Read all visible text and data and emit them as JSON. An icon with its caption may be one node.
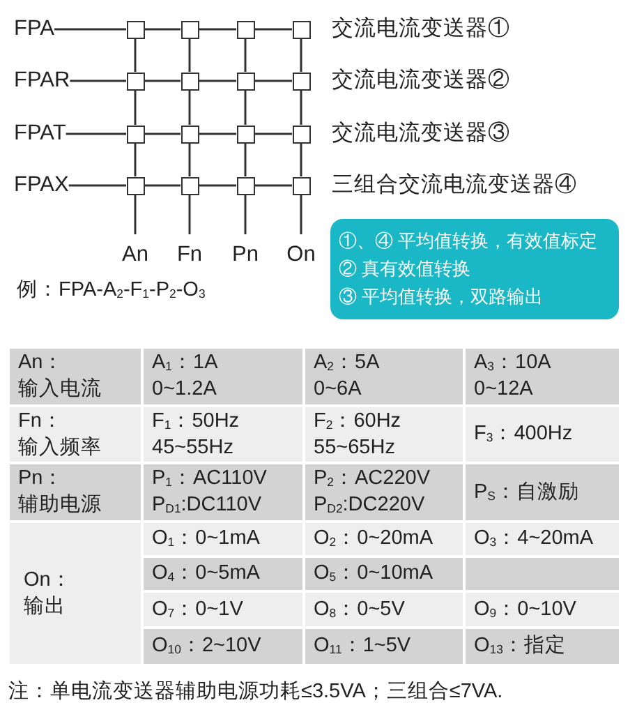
{
  "diagram": {
    "nodes": [
      {
        "text": [
          "FPA"
        ]
      },
      {
        "text": [
          "FPAR"
        ]
      },
      {
        "text": [
          "FPAT"
        ]
      },
      {
        "text": [
          "FPAX"
        ]
      },
      {
        "text": [],
        "shape": "box"
      },
      {
        "text": [],
        "shape": "box"
      },
      {
        "text": [],
        "shape": "box"
      },
      {
        "text": [],
        "shape": "box"
      },
      {
        "text": [],
        "shape": "box"
      },
      {
        "text": [],
        "shape": "box"
      },
      {
        "text": [],
        "shape": "box"
      },
      {
        "text": [],
        "shape": "box"
      },
      {
        "text": [],
        "shape": "box"
      },
      {
        "text": [],
        "shape": "box"
      },
      {
        "text": [],
        "shape": "box"
      },
      {
        "text": [],
        "shape": "box"
      },
      {
        "text": [],
        "shape": "box"
      },
      {
        "text": [],
        "shape": "box"
      },
      {
        "text": [],
        "shape": "box"
      },
      {
        "text": [],
        "shape": "box"
      },
      {
        "text": [
          "An"
        ]
      },
      {
        "text": [
          "Fn"
        ]
      },
      {
        "text": [
          "Pn"
        ]
      },
      {
        "text": [
          "On"
        ]
      },
      {
        "text": [
          "①、④ 平均值转换，有效值标定",
          "② 真有效值转换",
          "③ 平均值转换，双路输出"
        ]
      }
    ],
    "edges": [
      {
        "from": 0,
        "to": 4,
        "arrow": "none"
      },
      {
        "from": 4,
        "to": 5,
        "arrow": "none"
      },
      {
        "from": 5,
        "to": 6,
        "arrow": "none"
      },
      {
        "from": 6,
        "to": 7,
        "arrow": "none"
      },
      {
        "from": 1,
        "to": 8,
        "arrow": "none"
      },
      {
        "from": 8,
        "to": 9,
        "arrow": "none"
      },
      {
        "from": 9,
        "to": 10,
        "arrow": "none"
      },
      {
        "from": 10,
        "to": 11,
        "arrow": "none"
      },
      {
        "from": 2,
        "to": 12,
        "arrow": "none"
      },
      {
        "from": 12,
        "to": 13,
        "arrow": "none"
      },
      {
        "from": 13,
        "to": 14,
        "arrow": "none"
      },
      {
        "from": 14,
        "to": 15,
        "arrow": "none"
      },
      {
        "from": 3,
        "to": 16,
        "arrow": "none"
      },
      {
        "from": 16,
        "to": 17,
        "arrow": "none"
      },
      {
        "from": 17,
        "to": 18,
        "arrow": "none"
      },
      {
        "from": 18,
        "to": 19,
        "arrow": "none"
      },
      {
        "from": 4,
        "to": 8,
        "arrow": "none"
      },
      {
        "from": 8,
        "to": 12,
        "arrow": "none"
      },
      {
        "from": 12,
        "to": 16,
        "arrow": "none"
      },
      {
        "from": 5,
        "to": 9,
        "arrow": "none"
      },
      {
        "from": 9,
        "to": 13,
        "arrow": "none"
      },
      {
        "from": 13,
        "to": 17,
        "arrow": "none"
      },
      {
        "from": 6,
        "to": 10,
        "arrow": "none"
      },
      {
        "from": 10,
        "to": 14,
        "arrow": "none"
      },
      {
        "from": 14,
        "to": 18,
        "arrow": "none"
      },
      {
        "from": 7,
        "to": 11,
        "arrow": "none"
      },
      {
        "from": 11,
        "to": 15,
        "arrow": "none"
      },
      {
        "from": 15,
        "to": 19,
        "arrow": "none"
      },
      {
        "from": 16,
        "to": 20,
        "arrow": "none"
      },
      {
        "from": 17,
        "to": 21,
        "arrow": "none"
      },
      {
        "from": 18,
        "to": 22,
        "arrow": "none"
      },
      {
        "from": 19,
        "to": 23,
        "arrow": "none"
      }
    ],
    "labels": [
      "交流电流变送器①",
      "交流电流变送器②",
      "交流电流变送器③",
      "三组合交流电流变送器④",
      "例：FPA-A$_{2}$-F$_{1}$-P$_{2}$-O$_{3}$",
      "An：",
      "输入电流",
      "A$_{1}$：1A",
      "0~1.2A",
      "A$_{2}$：5A",
      "0~6A",
      "A$_{3}$：10A",
      "0~12A",
      "Fn：",
      "输入频率",
      "F$_{1}$：50Hz",
      "45~55Hz",
      "F$_{2}$：60Hz",
      "55~65Hz",
      "F$_{3}$：400Hz",
      "Pn：",
      "辅助电源",
      "P$_{1}$：AC110V",
      "P$_{D1}$:DC110V",
      "P$_{2}$：AC220V",
      "P$_{D2}$:DC220V",
      "P$_{S}$：自激励",
      "On：",
      "输出",
      "O$_{1}$：0~1mA",
      "O$_{2}$：0~20mA",
      "O$_{3}$：4~20mA",
      "O$_{4}$：0~5mA",
      "O$_{5}$：0~10mA",
      "O$_{7}$：0~1V",
      "O$_{8}$：0~5V",
      "O$_{9}$：0~10V",
      "O$_{10}$：2~10V",
      "O$_{11}$：1~5V",
      "O$_{13}$：指定",
      "注：单电流变送器辅助电源功耗≤3.5VA；三组合≤7VA."
    ]
  }
}
